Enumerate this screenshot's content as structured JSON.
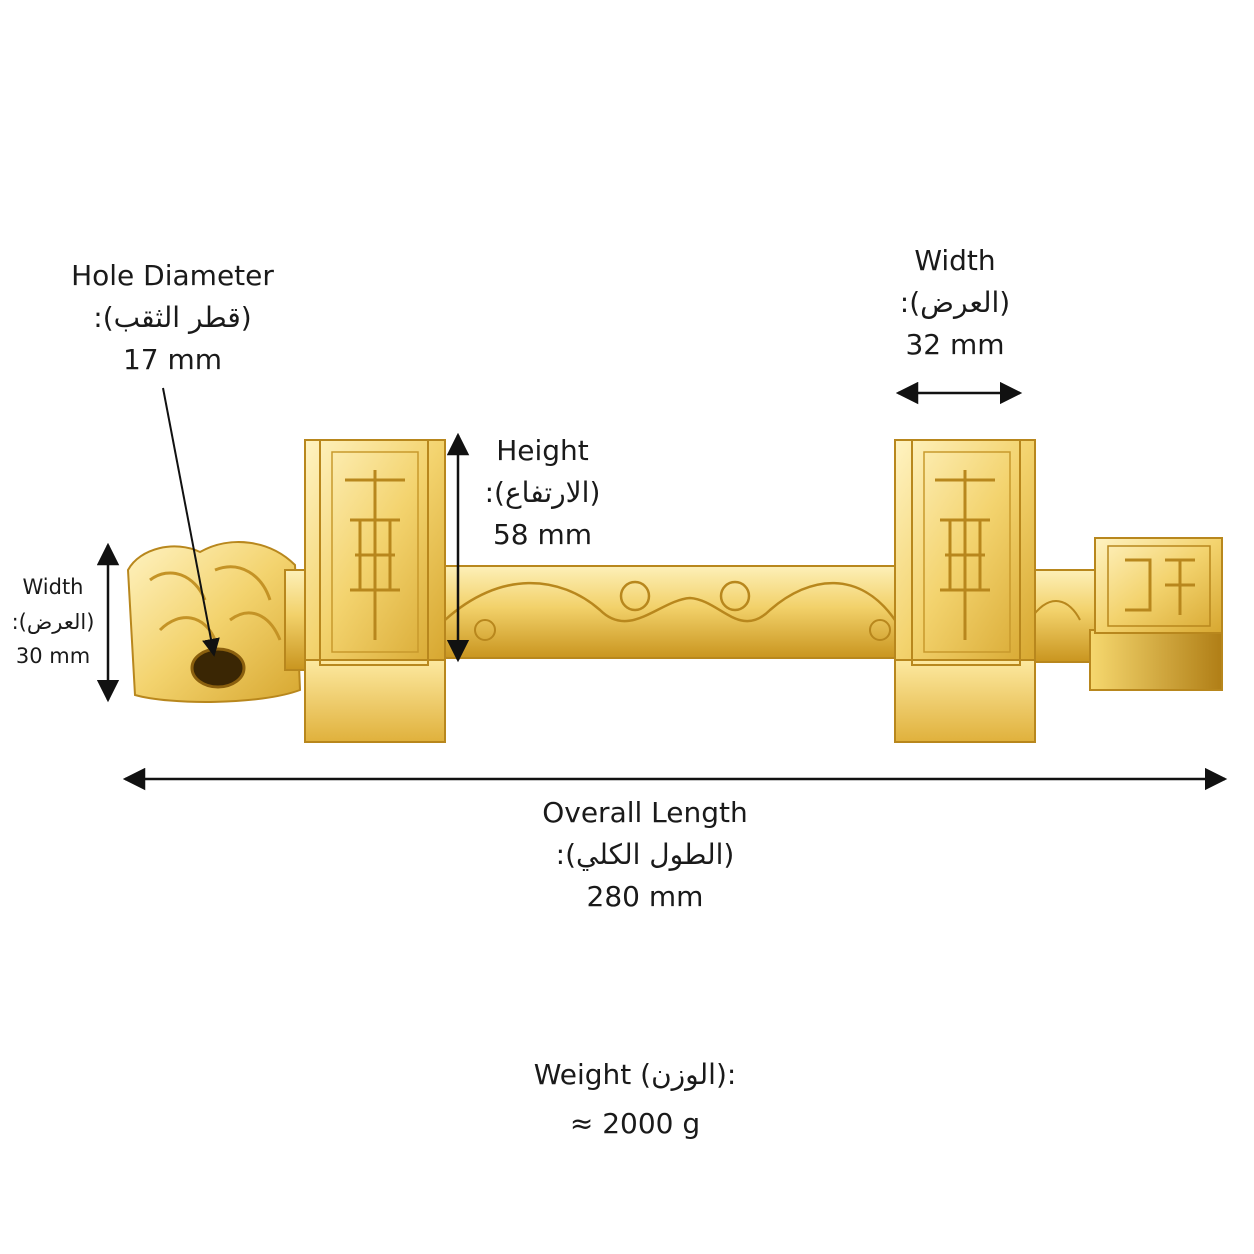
{
  "hole_diameter": {
    "title": "Hole Diameter",
    "arabic": ":(قطر الثقب)",
    "value": "17 mm"
  },
  "top_width": {
    "title": "Width",
    "arabic": ":(العرض)",
    "value": "32 mm"
  },
  "height": {
    "title": "Height",
    "arabic": ":(الارتفاع)",
    "value": "58 mm"
  },
  "side_width": {
    "title": "Width",
    "arabic": ":(العرض)",
    "value": "30 mm"
  },
  "overall_length": {
    "title": "Overall Length",
    "arabic": ":(الطول الكلي)",
    "value": "280 mm"
  },
  "weight": {
    "title": "Weight (الوزن):",
    "value": "≈ 2000 g"
  },
  "colors": {
    "gold_light": "#fbe59a",
    "gold_mid": "#e9bf3c",
    "gold_dark": "#b9861a",
    "arrow": "#111111"
  }
}
